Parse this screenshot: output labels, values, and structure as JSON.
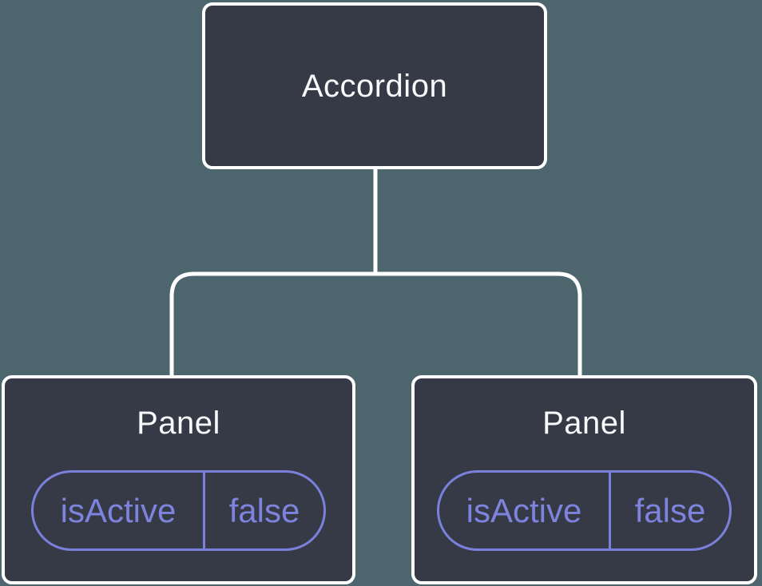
{
  "tree": {
    "root": {
      "label": "Accordion"
    },
    "children": [
      {
        "label": "Panel",
        "state": {
          "key": "isActive",
          "value": "false"
        }
      },
      {
        "label": "Panel",
        "state": {
          "key": "isActive",
          "value": "false"
        }
      }
    ]
  },
  "colors": {
    "background": "#4D666D",
    "node_fill": "#353A46",
    "node_border": "#FFFFFF",
    "connector_line": "#FFFFFF",
    "accent_purple": "#7B80DB",
    "label_text": "#F7F9FA"
  }
}
